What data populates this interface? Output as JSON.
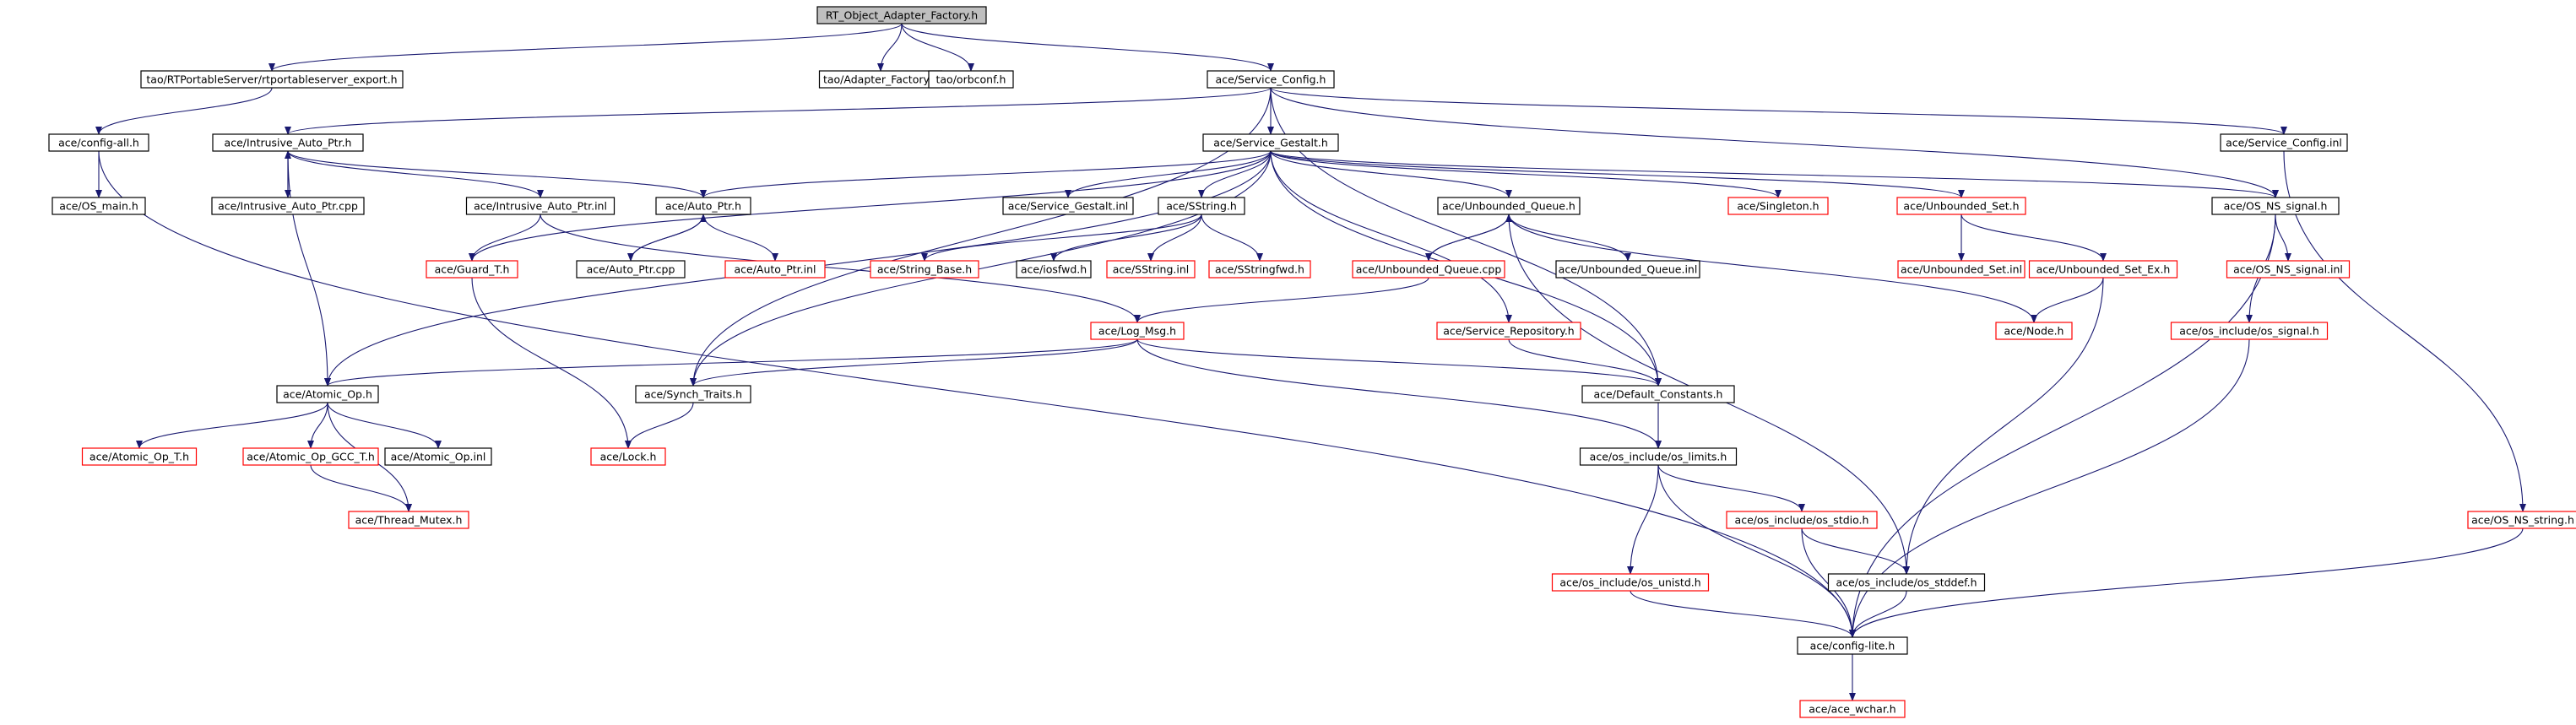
{
  "nodes": [
    {
      "id": "root",
      "label": "RT_Object_Adapter_Factory.h",
      "style": "root"
    },
    {
      "id": "rtexp",
      "label": "tao/RTPortableServer/rtportableserver_export.h",
      "style": "black"
    },
    {
      "id": "adfac",
      "label": "tao/Adapter_Factory.h",
      "style": "black"
    },
    {
      "id": "orbconf",
      "label": "tao/orbconf.h",
      "style": "black"
    },
    {
      "id": "svccfg",
      "label": "ace/Service_Config.h",
      "style": "black"
    },
    {
      "id": "cfgall",
      "label": "ace/config-all.h",
      "style": "black"
    },
    {
      "id": "osmain",
      "label": "ace/OS_main.h",
      "style": "black"
    },
    {
      "id": "iap",
      "label": "ace/Intrusive_Auto_Ptr.h",
      "style": "black"
    },
    {
      "id": "iapcpp",
      "label": "ace/Intrusive_Auto_Ptr.cpp",
      "style": "black"
    },
    {
      "id": "iapinl",
      "label": "ace/Intrusive_Auto_Ptr.inl",
      "style": "black"
    },
    {
      "id": "autoptr",
      "label": "ace/Auto_Ptr.h",
      "style": "black"
    },
    {
      "id": "autoptrcpp",
      "label": "ace/Auto_Ptr.cpp",
      "style": "black"
    },
    {
      "id": "autoptrinl",
      "label": "ace/Auto_Ptr.inl",
      "style": "red"
    },
    {
      "id": "guardt",
      "label": "ace/Guard_T.h",
      "style": "red"
    },
    {
      "id": "svcgestalt",
      "label": "ace/Service_Gestalt.h",
      "style": "black"
    },
    {
      "id": "svcgestaltinl",
      "label": "ace/Service_Gestalt.inl",
      "style": "black"
    },
    {
      "id": "sstring",
      "label": "ace/SString.h",
      "style": "black"
    },
    {
      "id": "stringbase",
      "label": "ace/String_Base.h",
      "style": "red"
    },
    {
      "id": "iosfwd",
      "label": "ace/iosfwd.h",
      "style": "black"
    },
    {
      "id": "sstringinl",
      "label": "ace/SString.inl",
      "style": "red"
    },
    {
      "id": "sstringfwd",
      "label": "ace/SStringfwd.h",
      "style": "red"
    },
    {
      "id": "unbq",
      "label": "ace/Unbounded_Queue.h",
      "style": "black"
    },
    {
      "id": "unbqcpp",
      "label": "ace/Unbounded_Queue.cpp",
      "style": "red"
    },
    {
      "id": "unbqinl",
      "label": "ace/Unbounded_Queue.inl",
      "style": "black"
    },
    {
      "id": "singleton",
      "label": "ace/Singleton.h",
      "style": "red"
    },
    {
      "id": "unbset",
      "label": "ace/Unbounded_Set.h",
      "style": "red"
    },
    {
      "id": "unbsetinl",
      "label": "ace/Unbounded_Set.inl",
      "style": "red"
    },
    {
      "id": "unbsetex",
      "label": "ace/Unbounded_Set_Ex.h",
      "style": "red"
    },
    {
      "id": "node",
      "label": "ace/Node.h",
      "style": "red"
    },
    {
      "id": "svccfginl",
      "label": "ace/Service_Config.inl",
      "style": "black"
    },
    {
      "id": "osnssignal",
      "label": "ace/OS_NS_signal.h",
      "style": "black"
    },
    {
      "id": "osnssignalinl",
      "label": "ace/OS_NS_signal.inl",
      "style": "red"
    },
    {
      "id": "ossignal",
      "label": "ace/os_include/os_signal.h",
      "style": "red"
    },
    {
      "id": "svcrepo",
      "label": "ace/Service_Repository.h",
      "style": "red"
    },
    {
      "id": "logmsg",
      "label": "ace/Log_Msg.h",
      "style": "red"
    },
    {
      "id": "atomicop",
      "label": "ace/Atomic_Op.h",
      "style": "black"
    },
    {
      "id": "atomicopt",
      "label": "ace/Atomic_Op_T.h",
      "style": "red"
    },
    {
      "id": "atomicgcc",
      "label": "ace/Atomic_Op_GCC_T.h",
      "style": "red"
    },
    {
      "id": "atomicopinl",
      "label": "ace/Atomic_Op.inl",
      "style": "black"
    },
    {
      "id": "threadmutex",
      "label": "ace/Thread_Mutex.h",
      "style": "red"
    },
    {
      "id": "synchtraits",
      "label": "ace/Synch_Traits.h",
      "style": "black"
    },
    {
      "id": "lock",
      "label": "ace/Lock.h",
      "style": "red"
    },
    {
      "id": "defconst",
      "label": "ace/Default_Constants.h",
      "style": "black"
    },
    {
      "id": "oslimits",
      "label": "ace/os_include/os_limits.h",
      "style": "black"
    },
    {
      "id": "osstdio",
      "label": "ace/os_include/os_stdio.h",
      "style": "red"
    },
    {
      "id": "osunistd",
      "label": "ace/os_include/os_unistd.h",
      "style": "red"
    },
    {
      "id": "osstddef",
      "label": "ace/os_include/os_stddef.h",
      "style": "black"
    },
    {
      "id": "cfglite",
      "label": "ace/config-lite.h",
      "style": "black"
    },
    {
      "id": "acewchar",
      "label": "ace/ace_wchar.h",
      "style": "red"
    },
    {
      "id": "osnsstring",
      "label": "ace/OS_NS_string.h",
      "style": "red"
    }
  ],
  "edges": [
    [
      "root",
      "rtexp"
    ],
    [
      "root",
      "adfac"
    ],
    [
      "root",
      "orbconf"
    ],
    [
      "root",
      "svccfg"
    ],
    [
      "rtexp",
      "cfgall"
    ],
    [
      "cfgall",
      "osmain"
    ],
    [
      "cfgall",
      "cfglite"
    ],
    [
      "svccfg",
      "iap"
    ],
    [
      "svccfg",
      "svcgestalt"
    ],
    [
      "svccfg",
      "svccfginl"
    ],
    [
      "svccfg",
      "osnssignal"
    ],
    [
      "svccfg",
      "defconst"
    ],
    [
      "svccfg",
      "synchtraits"
    ],
    [
      "iap",
      "iapcpp"
    ],
    [
      "iapcpp",
      "iap"
    ],
    [
      "iap",
      "iapinl"
    ],
    [
      "iap",
      "autoptr"
    ],
    [
      "iap",
      "atomicop"
    ],
    [
      "iapinl",
      "guardt"
    ],
    [
      "iapinl",
      "logmsg"
    ],
    [
      "autoptr",
      "autoptrcpp"
    ],
    [
      "autoptrcpp",
      "autoptr"
    ],
    [
      "autoptr",
      "autoptrinl"
    ],
    [
      "guardt",
      "lock"
    ],
    [
      "svcgestalt",
      "autoptr"
    ],
    [
      "svcgestalt",
      "svcgestaltinl"
    ],
    [
      "svcgestalt",
      "sstring"
    ],
    [
      "svcgestalt",
      "unbq"
    ],
    [
      "svcgestalt",
      "singleton"
    ],
    [
      "svcgestalt",
      "unbset"
    ],
    [
      "svcgestalt",
      "osnssignal"
    ],
    [
      "svcgestalt",
      "svcrepo"
    ],
    [
      "svcgestalt",
      "defconst"
    ],
    [
      "svcgestalt",
      "synchtraits"
    ],
    [
      "svcgestalt",
      "guardt"
    ],
    [
      "svcgestalt",
      "atomicop"
    ],
    [
      "sstring",
      "stringbase"
    ],
    [
      "sstring",
      "iosfwd"
    ],
    [
      "sstring",
      "sstringinl"
    ],
    [
      "sstring",
      "sstringfwd"
    ],
    [
      "unbq",
      "unbqcpp"
    ],
    [
      "unbqcpp",
      "unbq"
    ],
    [
      "unbq",
      "unbqinl"
    ],
    [
      "unbq",
      "node"
    ],
    [
      "unbq",
      "osstddef"
    ],
    [
      "unbqcpp",
      "logmsg"
    ],
    [
      "unbset",
      "unbsetinl"
    ],
    [
      "unbset",
      "unbsetex"
    ],
    [
      "unbsetex",
      "node"
    ],
    [
      "unbsetex",
      "osstddef"
    ],
    [
      "svccfginl",
      "osnsstring"
    ],
    [
      "osnssignal",
      "osnssignalinl"
    ],
    [
      "osnssignal",
      "ossignal"
    ],
    [
      "osnssignal",
      "cfglite"
    ],
    [
      "ossignal",
      "cfglite"
    ],
    [
      "svcrepo",
      "defconst"
    ],
    [
      "logmsg",
      "atomicop"
    ],
    [
      "logmsg",
      "synchtraits"
    ],
    [
      "logmsg",
      "defconst"
    ],
    [
      "logmsg",
      "oslimits"
    ],
    [
      "atomicop",
      "atomicopt"
    ],
    [
      "atomicop",
      "atomicgcc"
    ],
    [
      "atomicop",
      "atomicopinl"
    ],
    [
      "atomicop",
      "threadmutex"
    ],
    [
      "atomicgcc",
      "threadmutex"
    ],
    [
      "synchtraits",
      "lock"
    ],
    [
      "defconst",
      "oslimits"
    ],
    [
      "oslimits",
      "osstdio"
    ],
    [
      "oslimits",
      "osunistd"
    ],
    [
      "oslimits",
      "cfglite"
    ],
    [
      "osstdio",
      "osstddef"
    ],
    [
      "osstdio",
      "cfglite"
    ],
    [
      "osunistd",
      "cfglite"
    ],
    [
      "osstddef",
      "cfglite"
    ],
    [
      "cfglite",
      "acewchar"
    ],
    [
      "osnsstring",
      "cfglite"
    ]
  ]
}
